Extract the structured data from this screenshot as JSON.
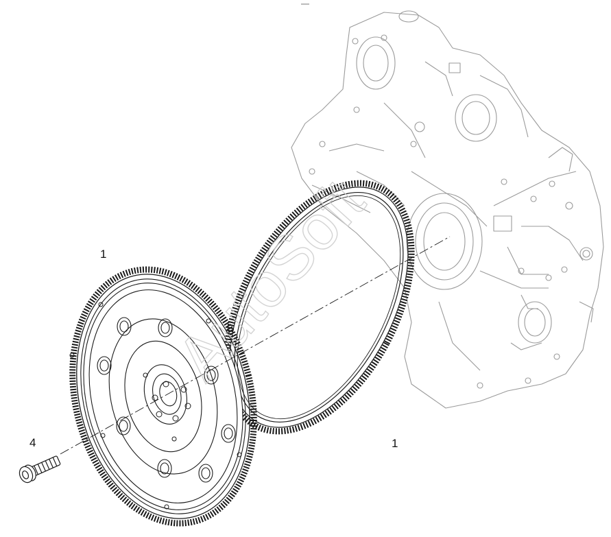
{
  "callouts": {
    "flywheel_ref": "1",
    "ring_gear_ref": "1",
    "bolt_ref": "4"
  },
  "watermark": "AutoSoft",
  "colors": {
    "line": "#1a1a1a",
    "housing_line": "#9a9a9a",
    "watermark": "#cfcfcf",
    "background": "#ffffff"
  },
  "icons": [
    "flywheel-icon",
    "ring-gear-icon",
    "bolt-icon",
    "flywheel-housing-icon"
  ]
}
